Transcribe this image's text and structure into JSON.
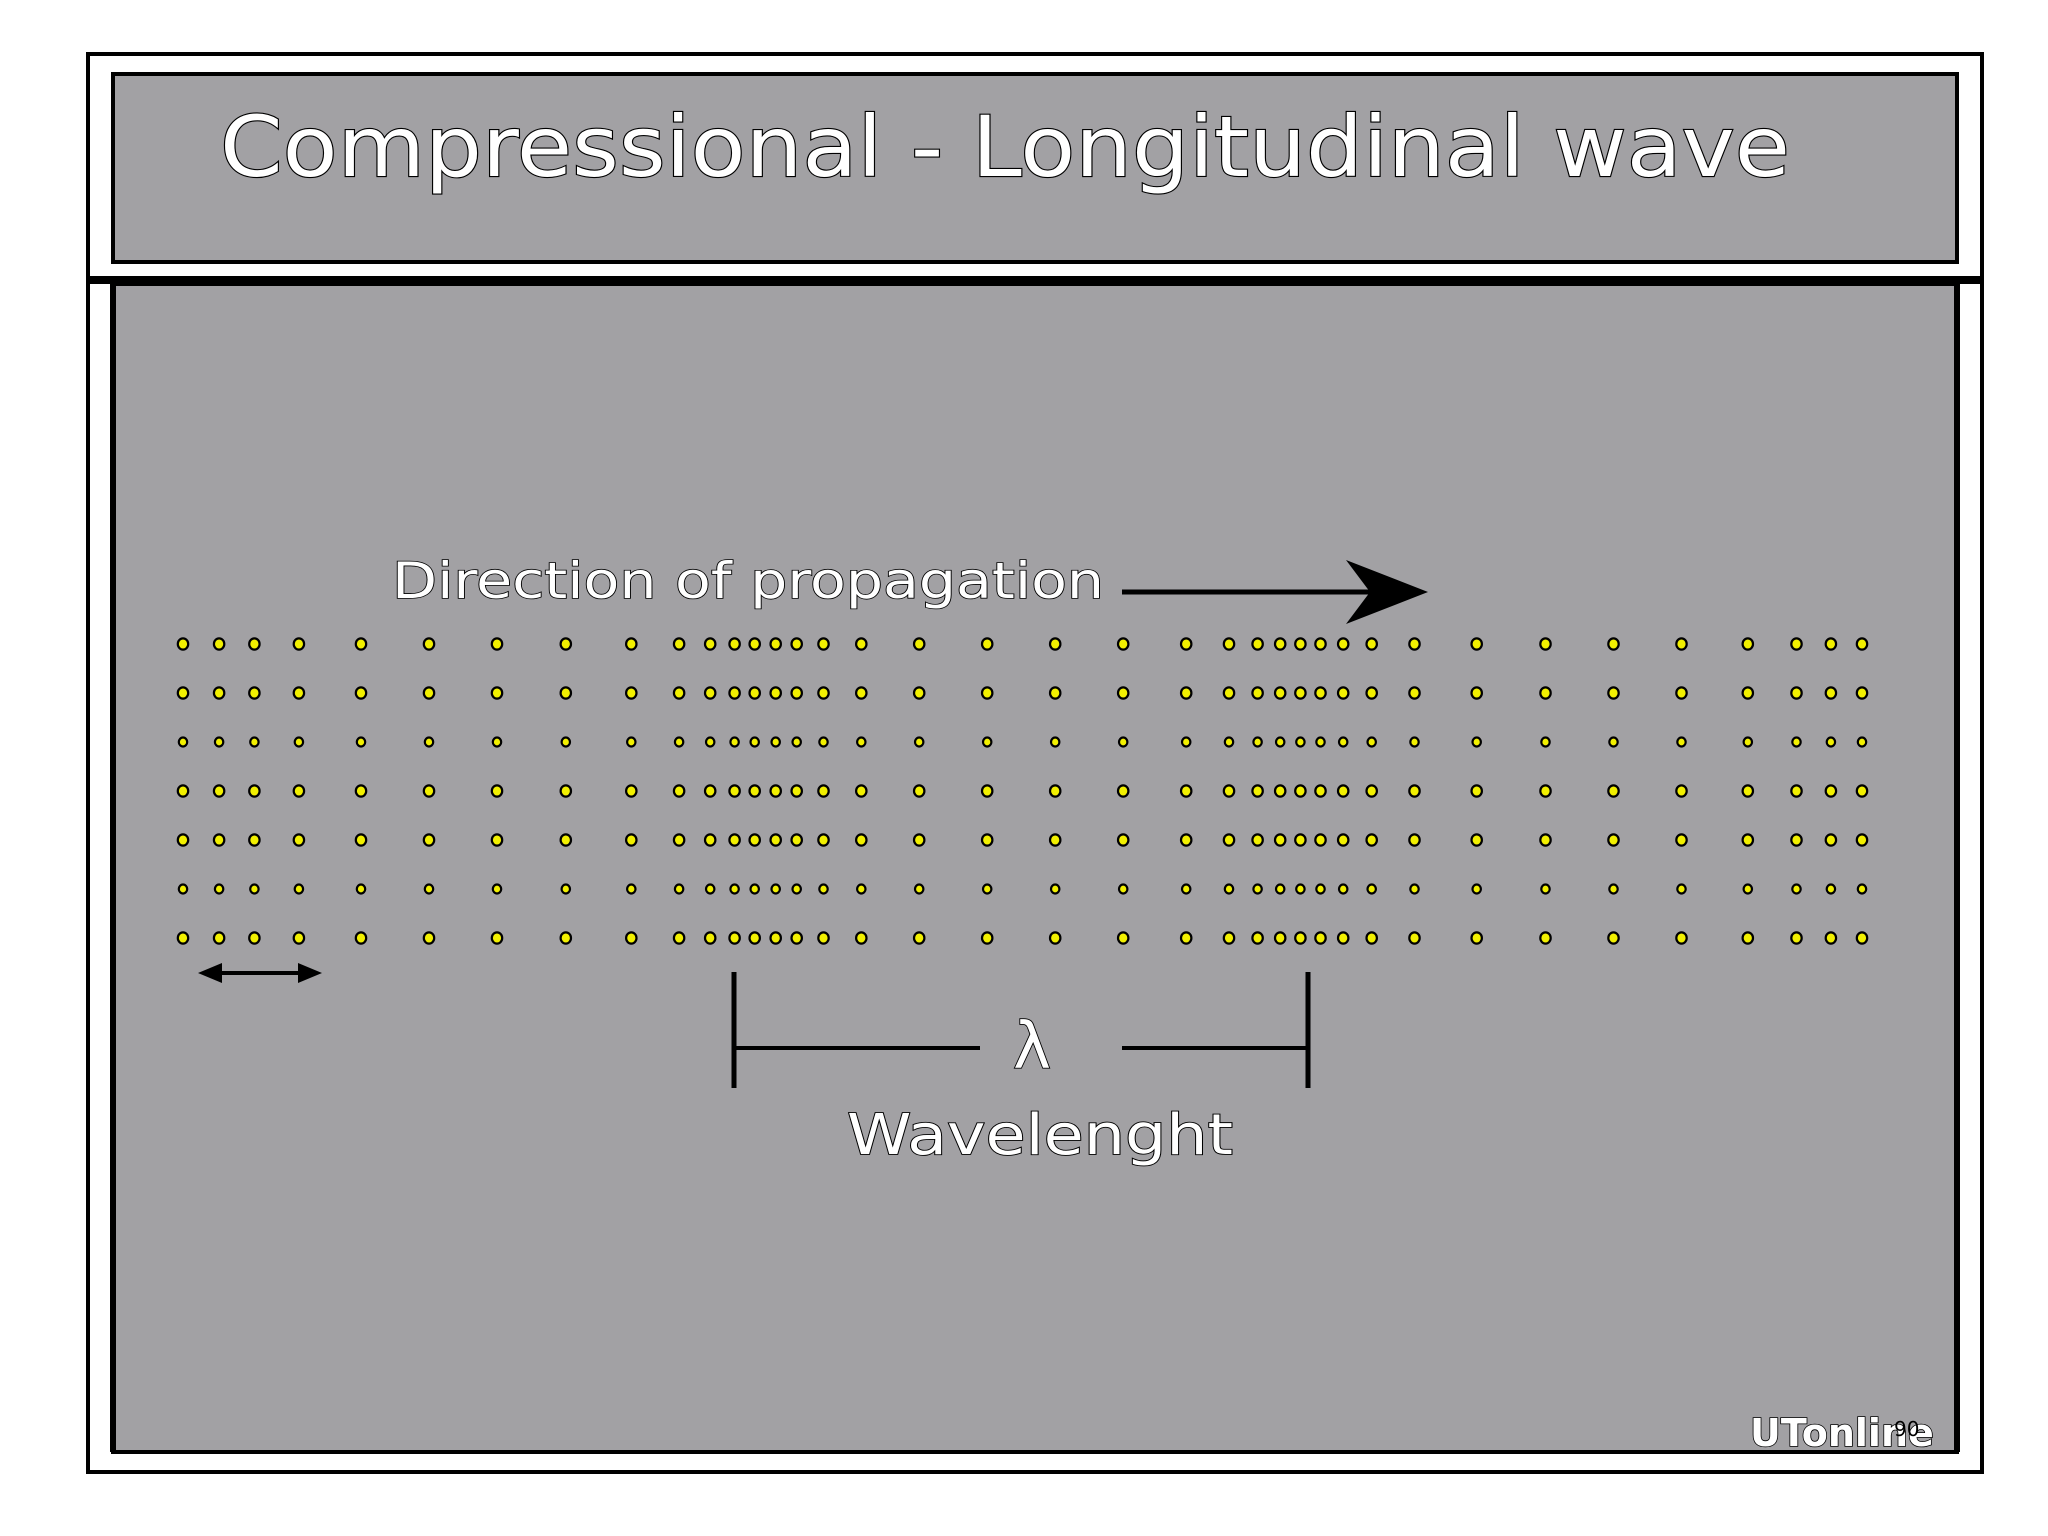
{
  "slide": {
    "title": "Compressional - Longitudinal wave",
    "direction_label": "Direction of propagation",
    "lambda_symbol": "λ",
    "wavelength_label": "Wavelenght",
    "brand_text": "UTonline",
    "page_number": "90"
  },
  "diagram": {
    "particle_rows": 7,
    "particle_columns": 38,
    "particle_color": "#f2f000",
    "particle_outline": "#000000",
    "background_color": "#a2a1a4",
    "frame_color": "#000000"
  }
}
